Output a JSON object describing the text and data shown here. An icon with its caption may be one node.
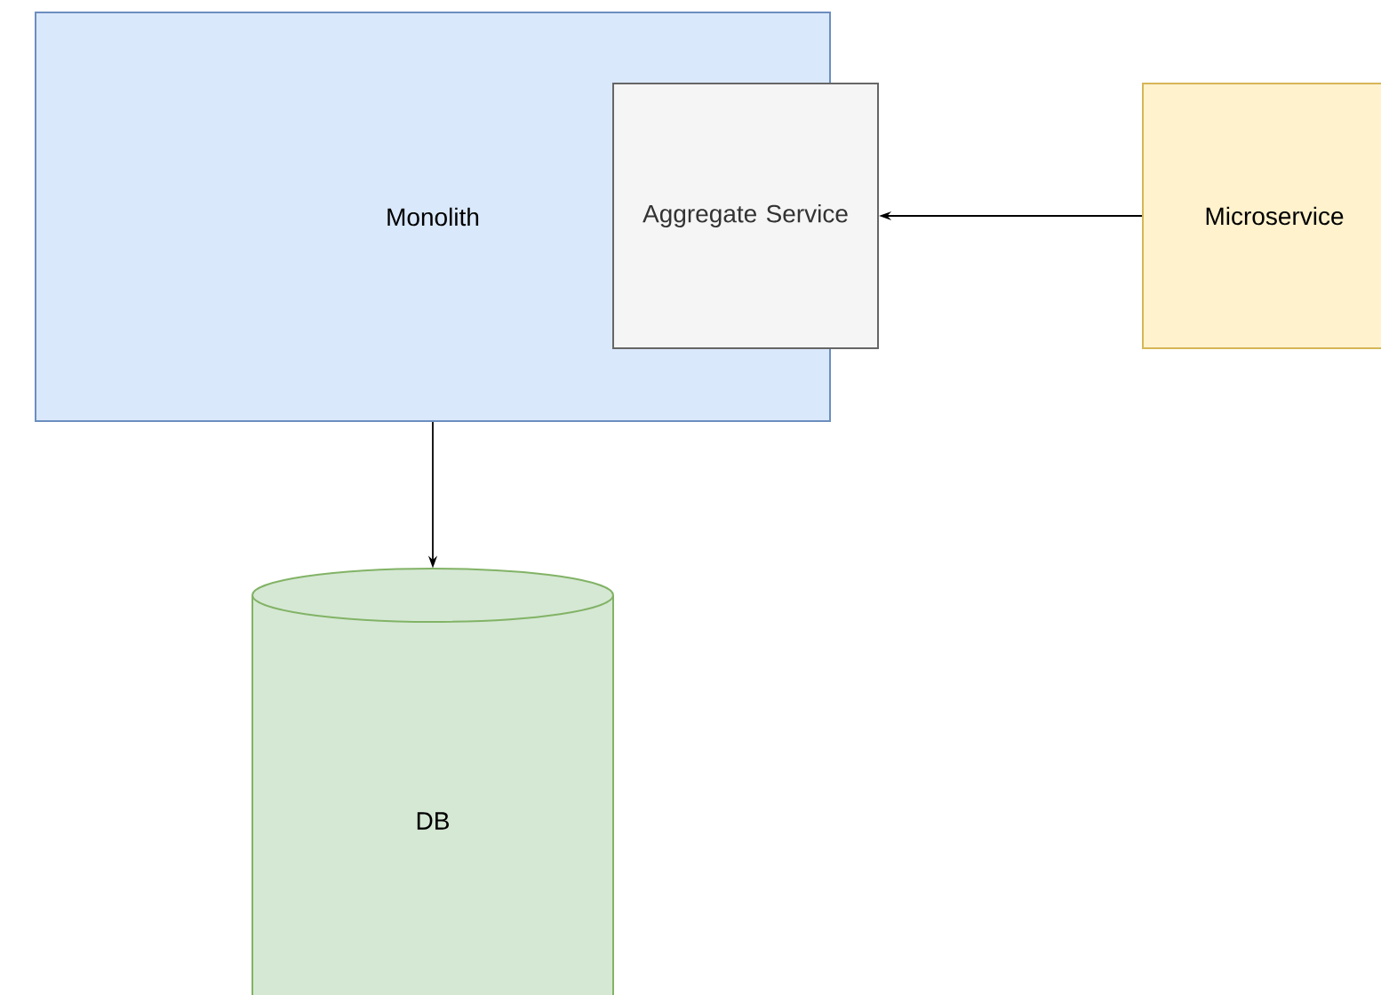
{
  "diagram": {
    "nodes": [
      {
        "text": [
          "Monolith"
        ]
      },
      {
        "text": [
          "Aggregate Service"
        ]
      },
      {
        "text": [
          "Microservice"
        ]
      },
      {
        "text": [
          "DB"
        ]
      }
    ],
    "edges": [
      {
        "from": 2,
        "to": 1,
        "arrow": "to"
      },
      {
        "from": 0,
        "to": 3,
        "arrow": "to"
      }
    ]
  }
}
